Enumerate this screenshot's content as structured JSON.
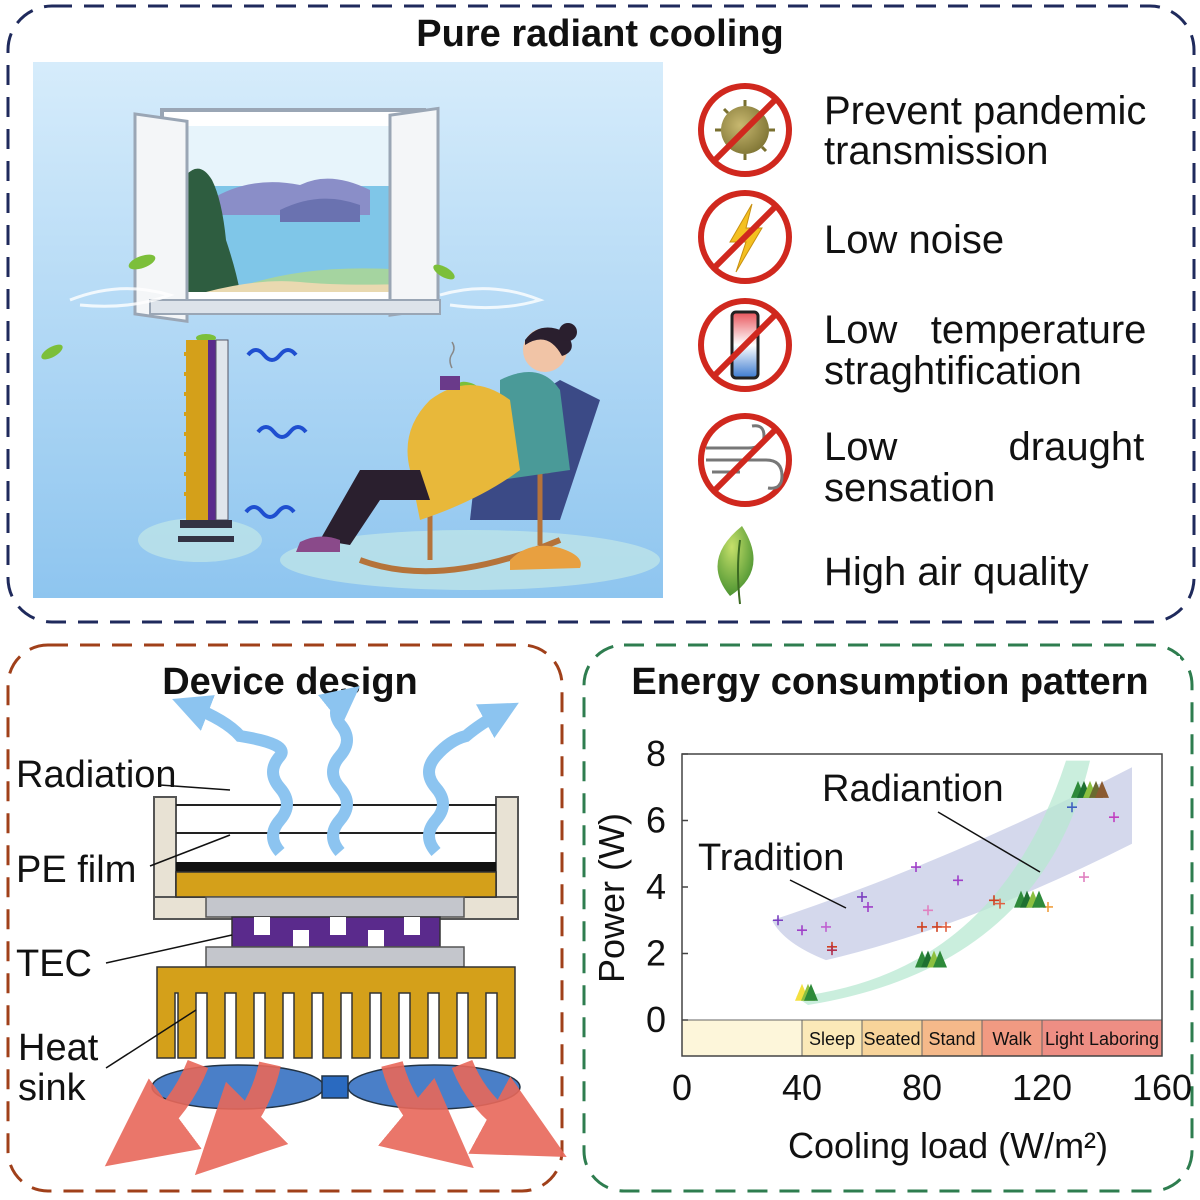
{
  "panels": {
    "top": {
      "title": "Pure radiant cooling",
      "benefits": [
        {
          "lines": [
            "Prevent pandemic",
            "transmission"
          ],
          "icon": "virus-prohibited-icon"
        },
        {
          "lines": [
            "Low noise"
          ],
          "icon": "lightning-prohibited-icon"
        },
        {
          "lines": [
            "Low   temperature",
            "straghtification"
          ],
          "icon": "thermometer-prohibited-icon"
        },
        {
          "lines": [
            "Low          draught",
            "sensation"
          ],
          "icon": "wind-prohibited-icon"
        },
        {
          "lines": [
            "High air quality"
          ],
          "icon": "leaf-icon"
        }
      ]
    },
    "device": {
      "title": "Device design",
      "labels": {
        "radiation": "Radiation",
        "pe_film": "PE film",
        "tec": "TEC",
        "heat_sink_line1": "Heat",
        "heat_sink_line2": "sink"
      }
    },
    "energy": {
      "title": "Energy consumption pattern"
    }
  },
  "colors": {
    "top_border": "#1f2a5c",
    "device_border": "#a0401a",
    "energy_border": "#2e7d4f",
    "gold": "#d4a01a",
    "tec_purple": "#5a2a8c",
    "fan_blue": "#4a7fc8",
    "arrow_red": "#e8685a",
    "wave_blue": "#8cc4f0"
  },
  "chart_data": {
    "type": "scatter",
    "xlabel": "Cooling load (W/m²)",
    "ylabel": "Power (W)",
    "xlim": [
      0,
      160
    ],
    "ylim": [
      0,
      8
    ],
    "xticks": [
      "0",
      "40",
      "80",
      "120",
      "160"
    ],
    "yticks": [
      "0",
      "2",
      "4",
      "6",
      "8"
    ],
    "annotations": [
      "Radiantion",
      "Tradition"
    ],
    "activity_bands": [
      {
        "label": "",
        "x": [
          0,
          40
        ],
        "color": "#fdf6da"
      },
      {
        "label": "Sleep",
        "x": [
          40,
          60
        ],
        "color": "#fbe9b8"
      },
      {
        "label": "Seated",
        "x": [
          60,
          80
        ],
        "color": "#f8d49a"
      },
      {
        "label": "Stand",
        "x": [
          80,
          100
        ],
        "color": "#f5b98a"
      },
      {
        "label": "Walk",
        "x": [
          100,
          120
        ],
        "color": "#f19a82"
      },
      {
        "label": "Light Laboring",
        "x": [
          120,
          160
        ],
        "color": "#ee8e84"
      }
    ],
    "series": [
      {
        "marker": "plus",
        "values": [
          [
            32,
            3.0
          ],
          [
            40,
            2.7
          ],
          [
            48,
            2.8
          ],
          [
            50,
            2.2
          ],
          [
            50,
            2.1
          ],
          [
            60,
            3.7
          ],
          [
            62,
            3.4
          ],
          [
            78,
            4.6
          ],
          [
            80,
            2.8
          ],
          [
            82,
            3.3
          ],
          [
            85,
            2.8
          ],
          [
            88,
            2.8
          ],
          [
            92,
            4.2
          ],
          [
            104,
            3.6
          ],
          [
            106,
            3.5
          ],
          [
            122,
            3.4
          ],
          [
            130,
            6.4
          ],
          [
            134,
            4.3
          ],
          [
            144,
            6.1
          ]
        ],
        "colors": [
          "#7a3fc0",
          "#a040c8",
          "#c060d0",
          "#d04020",
          "#b03050",
          "#7a3fc0",
          "#a040c8",
          "#a040c8",
          "#d04020",
          "#e080c0",
          "#d04020",
          "#e06040",
          "#a040c8",
          "#d04020",
          "#e06040",
          "#f0a040",
          "#4060c0",
          "#e080c0",
          "#c040c0"
        ]
      },
      {
        "marker": "triangle",
        "values": [
          [
            40,
            0.7
          ],
          [
            42,
            0.7
          ],
          [
            43,
            0.7
          ],
          [
            80,
            1.7
          ],
          [
            82,
            1.7
          ],
          [
            84,
            1.7
          ],
          [
            86,
            1.7
          ],
          [
            113,
            3.5
          ],
          [
            115,
            3.5
          ],
          [
            117,
            3.5
          ],
          [
            119,
            3.5
          ],
          [
            132,
            6.8
          ],
          [
            134,
            6.8
          ],
          [
            136,
            6.8
          ],
          [
            138,
            6.8
          ],
          [
            140,
            6.8
          ]
        ],
        "colors": [
          "#f4e040",
          "#8cc040",
          "#2e8a3a",
          "#2e8a3a",
          "#1e7030",
          "#8cc040",
          "#2e8a3a",
          "#2e8a3a",
          "#1e7030",
          "#8cc040",
          "#2e8a3a",
          "#2e8a3a",
          "#1e7030",
          "#8cc040",
          "#6a6a30",
          "#8a5a30"
        ]
      }
    ]
  }
}
